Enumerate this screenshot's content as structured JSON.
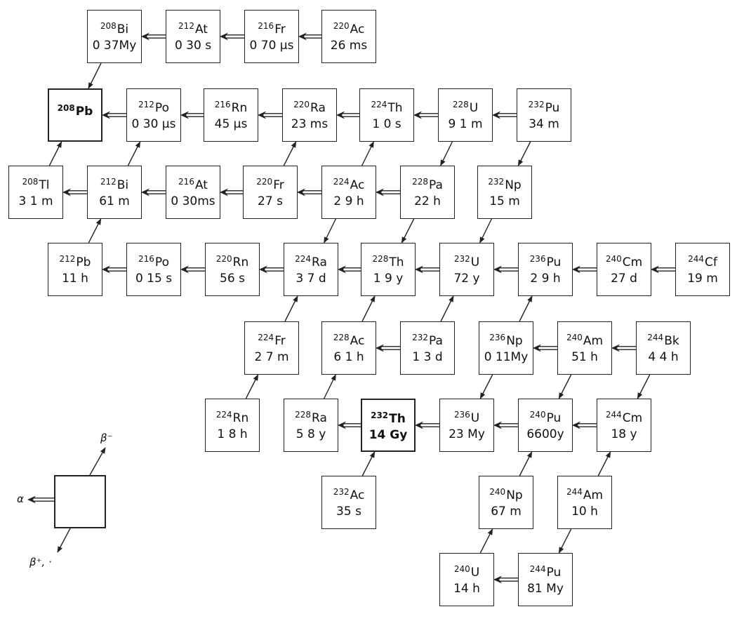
{
  "nuclides": [
    {
      "id": "Bi208",
      "mass": "208",
      "symbol": "Bi",
      "halflife": "0 37My"
    },
    {
      "id": "At212",
      "mass": "212",
      "symbol": "At",
      "halflife": "0 30 s"
    },
    {
      "id": "Fr216",
      "mass": "216",
      "symbol": "Fr",
      "halflife": "0 70 µs"
    },
    {
      "id": "Ac220",
      "mass": "220",
      "symbol": "Ac",
      "halflife": "26 ms"
    },
    {
      "id": "Pb208",
      "mass": "208",
      "symbol": "Pb",
      "halflife": "",
      "bold": true,
      "stable": true
    },
    {
      "id": "Po212",
      "mass": "212",
      "symbol": "Po",
      "halflife": "0 30 µs"
    },
    {
      "id": "Rn216",
      "mass": "216",
      "symbol": "Rn",
      "halflife": "45 µs"
    },
    {
      "id": "Ra220",
      "mass": "220",
      "symbol": "Ra",
      "halflife": "23 ms"
    },
    {
      "id": "Th224",
      "mass": "224",
      "symbol": "Th",
      "halflife": "1 0 s"
    },
    {
      "id": "U228",
      "mass": "228",
      "symbol": "U",
      "halflife": "9 1 m"
    },
    {
      "id": "Pu232",
      "mass": "232",
      "symbol": "Pu",
      "halflife": "34 m"
    },
    {
      "id": "Tl208",
      "mass": "208",
      "symbol": "Tl",
      "halflife": "3 1 m"
    },
    {
      "id": "Bi212",
      "mass": "212",
      "symbol": "Bi",
      "halflife": "61 m"
    },
    {
      "id": "At216",
      "mass": "216",
      "symbol": "At",
      "halflife": "0 30ms"
    },
    {
      "id": "Fr220",
      "mass": "220",
      "symbol": "Fr",
      "halflife": "27 s"
    },
    {
      "id": "Ac224",
      "mass": "224",
      "symbol": "Ac",
      "halflife": "2 9 h"
    },
    {
      "id": "Pa228",
      "mass": "228",
      "symbol": "Pa",
      "halflife": "22 h"
    },
    {
      "id": "Np232",
      "mass": "232",
      "symbol": "Np",
      "halflife": "15 m"
    },
    {
      "id": "Pb212",
      "mass": "212",
      "symbol": "Pb",
      "halflife": "11 h"
    },
    {
      "id": "Po216",
      "mass": "216",
      "symbol": "Po",
      "halflife": "0 15 s"
    },
    {
      "id": "Rn220",
      "mass": "220",
      "symbol": "Rn",
      "halflife": "56 s"
    },
    {
      "id": "Ra224",
      "mass": "224",
      "symbol": "Ra",
      "halflife": "3 7 d"
    },
    {
      "id": "Th228",
      "mass": "228",
      "symbol": "Th",
      "halflife": "1 9 y"
    },
    {
      "id": "U232",
      "mass": "232",
      "symbol": "U",
      "halflife": "72 y"
    },
    {
      "id": "Pu236",
      "mass": "236",
      "symbol": "Pu",
      "halflife": "2 9 h"
    },
    {
      "id": "Cm240",
      "mass": "240",
      "symbol": "Cm",
      "halflife": "27 d"
    },
    {
      "id": "Cf244",
      "mass": "244",
      "symbol": "Cf",
      "halflife": "19 m"
    },
    {
      "id": "Fr224",
      "mass": "224",
      "symbol": "Fr",
      "halflife": "2 7 m"
    },
    {
      "id": "Ac228",
      "mass": "228",
      "symbol": "Ac",
      "halflife": "6 1 h"
    },
    {
      "id": "Pa232",
      "mass": "232",
      "symbol": "Pa",
      "halflife": "1 3 d"
    },
    {
      "id": "Np236",
      "mass": "236",
      "symbol": "Np",
      "halflife": "0 11My"
    },
    {
      "id": "Am240",
      "mass": "240",
      "symbol": "Am",
      "halflife": "51 h"
    },
    {
      "id": "Bk244",
      "mass": "244",
      "symbol": "Bk",
      "halflife": "4 4 h"
    },
    {
      "id": "Rn224",
      "mass": "224",
      "symbol": "Rn",
      "halflife": "1 8 h"
    },
    {
      "id": "Ra228",
      "mass": "228",
      "symbol": "Ra",
      "halflife": "5 8 y"
    },
    {
      "id": "Th232",
      "mass": "232",
      "symbol": "Th",
      "halflife": "14 Gy",
      "bold": true
    },
    {
      "id": "U236",
      "mass": "236",
      "symbol": "U",
      "halflife": "23 My"
    },
    {
      "id": "Pu240",
      "mass": "240",
      "symbol": "Pu",
      "halflife": "6600y"
    },
    {
      "id": "Cm244",
      "mass": "244",
      "symbol": "Cm",
      "halflife": "18 y"
    },
    {
      "id": "Ac232",
      "mass": "232",
      "symbol": "Ac",
      "halflife": "35 s"
    },
    {
      "id": "Np240",
      "mass": "240",
      "symbol": "Np",
      "halflife": "67 m"
    },
    {
      "id": "Am244",
      "mass": "244",
      "symbol": "Am",
      "halflife": "10 h"
    },
    {
      "id": "U240",
      "mass": "240",
      "symbol": "U",
      "halflife": "14 h"
    },
    {
      "id": "Pu244",
      "mass": "244",
      "symbol": "Pu",
      "halflife": "81 My"
    }
  ],
  "decays": [
    {
      "from": "At212",
      "to": "Bi208",
      "mode": "alpha"
    },
    {
      "from": "Fr216",
      "to": "At212",
      "mode": "alpha"
    },
    {
      "from": "Ac220",
      "to": "Fr216",
      "mode": "alpha"
    },
    {
      "from": "Bi208",
      "to": "Pb208",
      "mode": "beta-plus"
    },
    {
      "from": "Po212",
      "to": "Pb208",
      "mode": "alpha"
    },
    {
      "from": "Rn216",
      "to": "Po212",
      "mode": "alpha"
    },
    {
      "from": "Ra220",
      "to": "Rn216",
      "mode": "alpha"
    },
    {
      "from": "Th224",
      "to": "Ra220",
      "mode": "alpha"
    },
    {
      "from": "U228",
      "to": "Th224",
      "mode": "alpha"
    },
    {
      "from": "Pu232",
      "to": "U228",
      "mode": "alpha"
    },
    {
      "from": "U228",
      "to": "Pa228",
      "mode": "beta-plus"
    },
    {
      "from": "Pu232",
      "to": "Np232",
      "mode": "beta-plus"
    },
    {
      "from": "Tl208",
      "to": "Pb208",
      "mode": "beta-minus"
    },
    {
      "from": "Bi212",
      "to": "Po212",
      "mode": "beta-minus"
    },
    {
      "from": "Fr220",
      "to": "Ra220",
      "mode": "beta-minus"
    },
    {
      "from": "Bi212",
      "to": "Tl208",
      "mode": "alpha"
    },
    {
      "from": "At216",
      "to": "Bi212",
      "mode": "alpha"
    },
    {
      "from": "Fr220",
      "to": "At216",
      "mode": "alpha"
    },
    {
      "from": "Ac224",
      "to": "Fr220",
      "mode": "alpha"
    },
    {
      "from": "Pa228",
      "to": "Ac224",
      "mode": "alpha"
    },
    {
      "from": "Ac224",
      "to": "Ra224",
      "mode": "beta-plus"
    },
    {
      "from": "Pa228",
      "to": "Th228",
      "mode": "beta-plus"
    },
    {
      "from": "Np232",
      "to": "U232",
      "mode": "beta-plus"
    },
    {
      "from": "Pb212",
      "to": "Bi212",
      "mode": "beta-minus"
    },
    {
      "from": "Po216",
      "to": "Pb212",
      "mode": "alpha"
    },
    {
      "from": "Rn220",
      "to": "Po216",
      "mode": "alpha"
    },
    {
      "from": "Ra224",
      "to": "Rn220",
      "mode": "alpha"
    },
    {
      "from": "Th228",
      "to": "Ra224",
      "mode": "alpha"
    },
    {
      "from": "U232",
      "to": "Th228",
      "mode": "alpha"
    },
    {
      "from": "Pu236",
      "to": "U232",
      "mode": "alpha"
    },
    {
      "from": "Cm240",
      "to": "Pu236",
      "mode": "alpha"
    },
    {
      "from": "Cf244",
      "to": "Cm240",
      "mode": "alpha"
    },
    {
      "from": "Ac224",
      "to": "Th224",
      "mode": "beta-minus"
    },
    {
      "from": "Fr224",
      "to": "Ra224",
      "mode": "beta-minus"
    },
    {
      "from": "Ac228",
      "to": "Th228",
      "mode": "beta-minus"
    },
    {
      "from": "Pa232",
      "to": "U232",
      "mode": "beta-minus"
    },
    {
      "from": "Pa232",
      "to": "Ac228",
      "mode": "alpha"
    },
    {
      "from": "Am240",
      "to": "Np236",
      "mode": "alpha"
    },
    {
      "from": "Bk244",
      "to": "Am240",
      "mode": "alpha"
    },
    {
      "from": "Np236",
      "to": "Pu236",
      "mode": "beta-minus"
    },
    {
      "from": "Np236",
      "to": "U236",
      "mode": "beta-plus"
    },
    {
      "from": "Am240",
      "to": "Pu240",
      "mode": "beta-plus"
    },
    {
      "from": "Bk244",
      "to": "Cm244",
      "mode": "beta-plus"
    },
    {
      "from": "Rn224",
      "to": "Fr224",
      "mode": "beta-minus"
    },
    {
      "from": "Ra228",
      "to": "Ac228",
      "mode": "beta-minus"
    },
    {
      "from": "Th232",
      "to": "Ra228",
      "mode": "alpha"
    },
    {
      "from": "U236",
      "to": "Th232",
      "mode": "alpha"
    },
    {
      "from": "Pu240",
      "to": "U236",
      "mode": "alpha"
    },
    {
      "from": "Cm244",
      "to": "Pu240",
      "mode": "alpha"
    },
    {
      "from": "Ac232",
      "to": "Th232",
      "mode": "beta-minus"
    },
    {
      "from": "Np240",
      "to": "Pu240",
      "mode": "beta-minus"
    },
    {
      "from": "Am244",
      "to": "Cm244",
      "mode": "beta-minus"
    },
    {
      "from": "Am244",
      "to": "Pu244",
      "mode": "beta-plus"
    },
    {
      "from": "U240",
      "to": "Np240",
      "mode": "beta-minus"
    },
    {
      "from": "Pu244",
      "to": "U240",
      "mode": "alpha"
    }
  ],
  "legend": {
    "alpha_label": "α",
    "beta_minus_label": "β⁻",
    "beta_plus_label": "β⁺, ·"
  }
}
